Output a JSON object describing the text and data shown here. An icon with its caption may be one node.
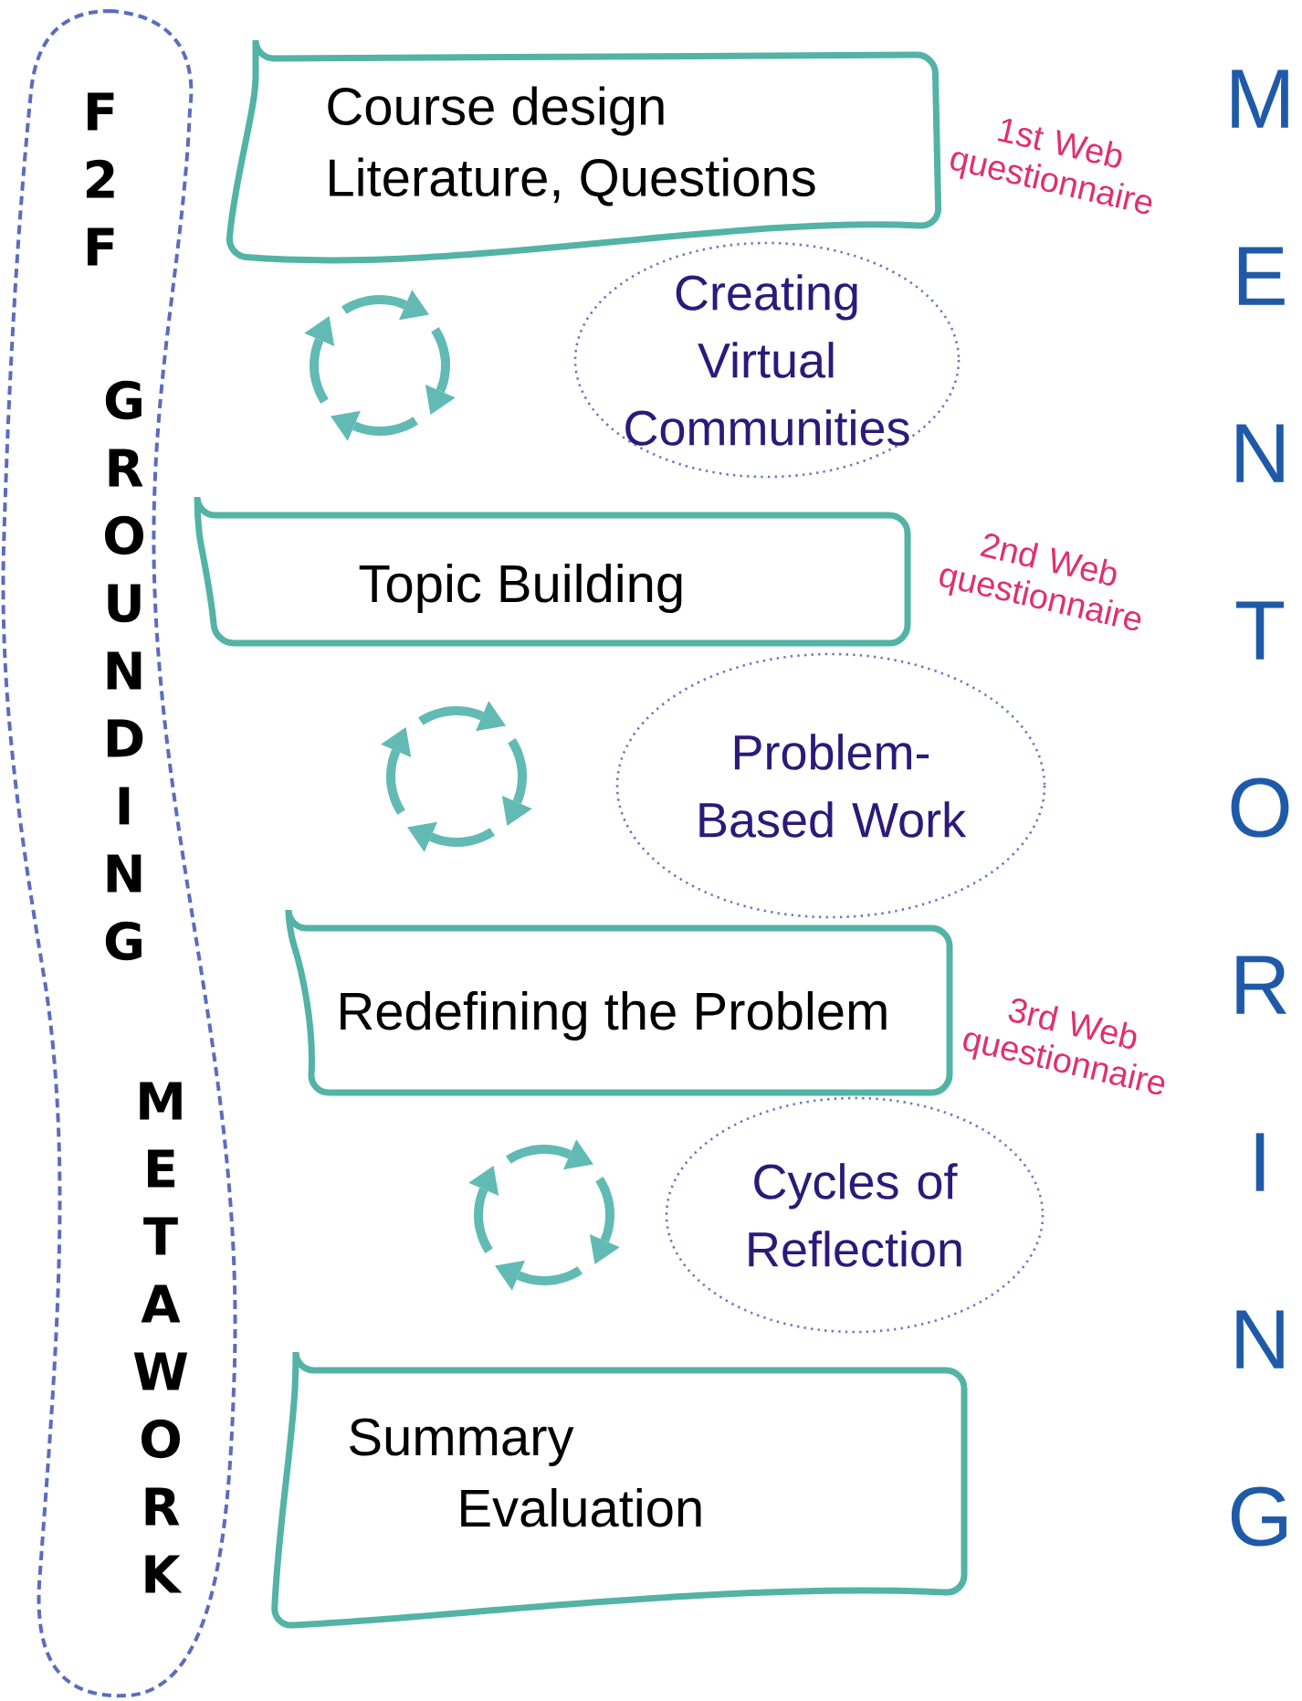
{
  "diagram": {
    "nodes": [
      {
        "text": [
          "F2F",
          "GROUNDING",
          "METAWORK"
        ]
      },
      {
        "text": [
          "Course design Literature, Questions"
        ],
        "beside": [
          "1st Web questionnaire"
        ]
      },
      {
        "text": [
          "Creating Virtual Communities"
        ]
      },
      {
        "text": [
          "Topic Building"
        ],
        "beside": [
          "2nd Web questionnaire"
        ]
      },
      {
        "text": [
          "Problem-Based Work"
        ]
      },
      {
        "text": [
          "Redefining the Problem"
        ],
        "beside": [
          "3rd Web questionnaire"
        ]
      },
      {
        "text": [
          "Cycles of Reflection"
        ]
      },
      {
        "text": [
          "Summary Evaluation"
        ]
      }
    ],
    "labels": [
      "MENTORING"
    ]
  }
}
